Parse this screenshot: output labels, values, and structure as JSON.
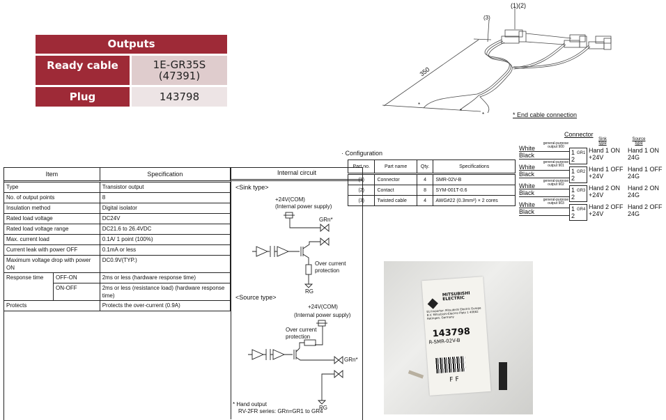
{
  "outputs": {
    "title": "Outputs",
    "rows": [
      {
        "label": "Ready cable",
        "value_line1": "1E-GR35S",
        "value_line2": "(47391)"
      },
      {
        "label": "Plug",
        "value": "143798"
      }
    ]
  },
  "cable_drawing": {
    "label_parts_12": "(1)(2)",
    "label_part_3": "(3)",
    "dimension": "350",
    "asterisk": "*",
    "note": "* End cable connection"
  },
  "spec_table": {
    "headers": [
      "Item",
      "Specification",
      "Internal circuit"
    ],
    "rows": [
      [
        "Type",
        "Transistor output"
      ],
      [
        "No. of output points",
        "8"
      ],
      [
        "Insulation method",
        "Digital isolator"
      ],
      [
        "Rated load voltage",
        "DC24V"
      ],
      [
        "Rated load voltage range",
        "DC21.6 to 26.4VDC"
      ],
      [
        "Max. current load",
        "0.1A/ 1 point (100%)"
      ],
      [
        "Current leak with power OFF",
        "0.1mA or less"
      ],
      [
        "Maximum voltage drop with power ON",
        "DC0.9V(TYP.)"
      ]
    ],
    "response": {
      "label": "Response time",
      "off_on": "OFF-ON",
      "off_on_value": "2ms or less (hardware response time)",
      "on_off": "ON-OFF",
      "on_off_value": "2ms or less (resistance load) (hardware response time)"
    },
    "protects": [
      "Protects",
      "Protects the over-current (0.9A)"
    ]
  },
  "circuit": {
    "sink_title": "<Sink type>",
    "source_title": "<Source type>",
    "com": "+24V(COM)",
    "supply": "(Internal power supply)",
    "grn": "GRn*",
    "overcurrent1": "Over current",
    "overcurrent2": "protection",
    "rg": "RG",
    "note1": "* Hand output",
    "note2": "RV-2FR series: GRn=GR1 to GR4"
  },
  "configuration": {
    "title": "· Configuration",
    "headers": [
      "Part no.",
      "Part name",
      "Qty.",
      "Specifications"
    ],
    "rows": [
      [
        "(1)",
        "Connector",
        "4",
        "SMR-02V-B"
      ],
      [
        "(2)",
        "Contact",
        "8",
        "SYM-001T-0.6"
      ],
      [
        "(3)",
        "Twisted cable",
        "4",
        "AWG#22 (0.3mm²) × 2 cores"
      ]
    ]
  },
  "connector": {
    "title": "Connector",
    "sink": "Sink type",
    "source": "Source type",
    "white": "White",
    "black": "Black",
    "pin1": "1",
    "pin2": "2",
    "items": [
      {
        "gp": "general-purpose output 900",
        "gr": "GR1",
        "sink": "Hand 1 ON",
        "source": "Hand 1 ON"
      },
      {
        "gp": "general-purpose output 901",
        "gr": "GR2",
        "sink": "Hand 1 OFF",
        "source": "Hand 1 OFF"
      },
      {
        "gp": "general-purpose output 902",
        "gr": "GR3",
        "sink": "Hand 2 ON",
        "source": "Hand 2 ON"
      },
      {
        "gp": "general-purpose output 903",
        "gr": "GR4",
        "sink": "Hand 2 OFF",
        "source": "Hand 2 OFF"
      }
    ],
    "sink_sub": "+24V",
    "source_sub": "24G"
  },
  "photo": {
    "brand": "MITSUBISHI ELECTRIC",
    "importer": "EU Importer: Mitsubishi Electric Europe B.V. Mitsubishi-Electric-Platz 1 40882 Ratingen, Germany",
    "number": "143798",
    "part": "R-SMR-02V-B",
    "code": "FF"
  }
}
